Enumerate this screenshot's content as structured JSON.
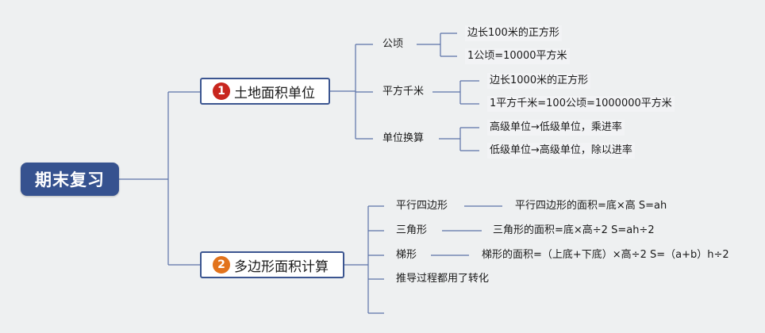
{
  "root": {
    "label": "期末复习"
  },
  "branches": [
    {
      "number": "1",
      "label": "土地面积单位",
      "color": "#c8261e",
      "children": [
        {
          "label": "公顷",
          "details": [
            "边长100米的正方形",
            "1公顷=10000平方米"
          ]
        },
        {
          "label": "平方千米",
          "details": [
            "边长1000米的正方形",
            "1平方千米=100公顷=1000000平方米"
          ]
        },
        {
          "label": "单位换算",
          "details": [
            "高级单位→低级单位，乘进率",
            "低级单位→高级单位，除以进率"
          ]
        }
      ]
    },
    {
      "number": "2",
      "label": "多边形面积计算",
      "color": "#e2731c",
      "children": [
        {
          "label": "平行四边形",
          "detail": "平行四边形的面积=底×高 S=ah"
        },
        {
          "label": "三角形",
          "detail": "三角形的面积=底×高÷2 S=ah÷2"
        },
        {
          "label": "梯形",
          "detail": "梯形的面积=（上底+下底）×高÷2 S=（a+b）h÷2"
        },
        {
          "label": "推导过程都用了转化"
        }
      ]
    }
  ],
  "colors": {
    "root": "#36528f",
    "line": "#5b72a8"
  }
}
